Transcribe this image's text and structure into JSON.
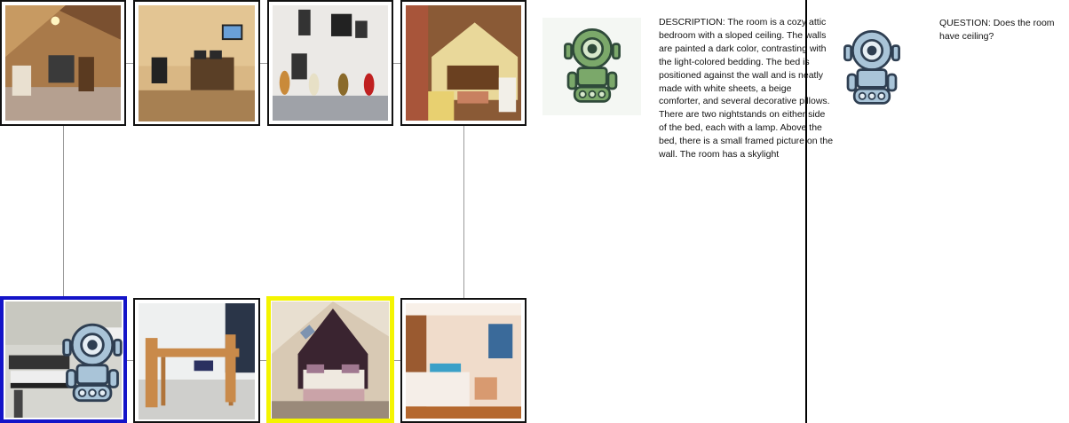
{
  "description": {
    "label": "DESCRIPTION:",
    "text": "The room is a cozy attic bedroom with a sloped ceiling. The walls are painted a dark color, contrasting with the light-colored bedding. The bed is positioned against the wall and is neatly made with white sheets, a beige comforter, and several decorative pillows. There are two nightstands on either side of the bed, each with a lamp. Above the bed, there is a small framed picture on the wall. The room has a skylight"
  },
  "question": {
    "label": "QUESTION:",
    "text": "Does the room have ceiling?"
  },
  "agents": {
    "describer_icon": "robot-icon-green",
    "questioner_icon": "robot-icon-blue"
  },
  "grid": {
    "top_row": [
      "attic-living-room",
      "home-studio-desk",
      "guitar-music-room",
      "attic-reading-nook"
    ],
    "bottom_row": [
      "keyboard-studio",
      "dining-table",
      "attic-bedroom",
      "modern-bathroom"
    ],
    "selected_blue": "keyboard-studio",
    "selected_yellow": "attic-bedroom"
  },
  "colors": {
    "selected_blue": "#1414c8",
    "selected_yellow": "#f4f400",
    "robot_green": "#7ba86a",
    "robot_blue": "#a9c4d8"
  }
}
